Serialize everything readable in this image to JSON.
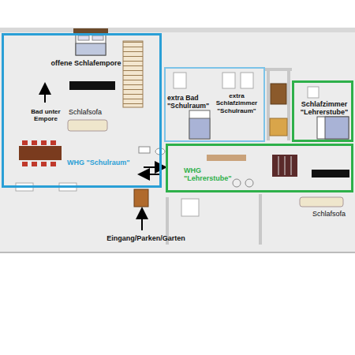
{
  "diagram": {
    "nodes": [
      {
        "text": [
          "offene Schlafempore",
          "Bad unter Empore",
          "Schlafsofa",
          "WHG \"Schulraum\""
        ]
      },
      {
        "text": [
          "extra Bad \"Schulraum\"",
          "extra Schlafzimmer \"Schulraum\""
        ]
      },
      {
        "text": [
          "Schlafzimmer \"Lehrerstube\""
        ]
      },
      {
        "text": [
          "WHG \"Lehrerstube\""
        ]
      }
    ],
    "labels": [
      "Schlafsofa",
      "Eingang/Parken/Garten"
    ]
  }
}
